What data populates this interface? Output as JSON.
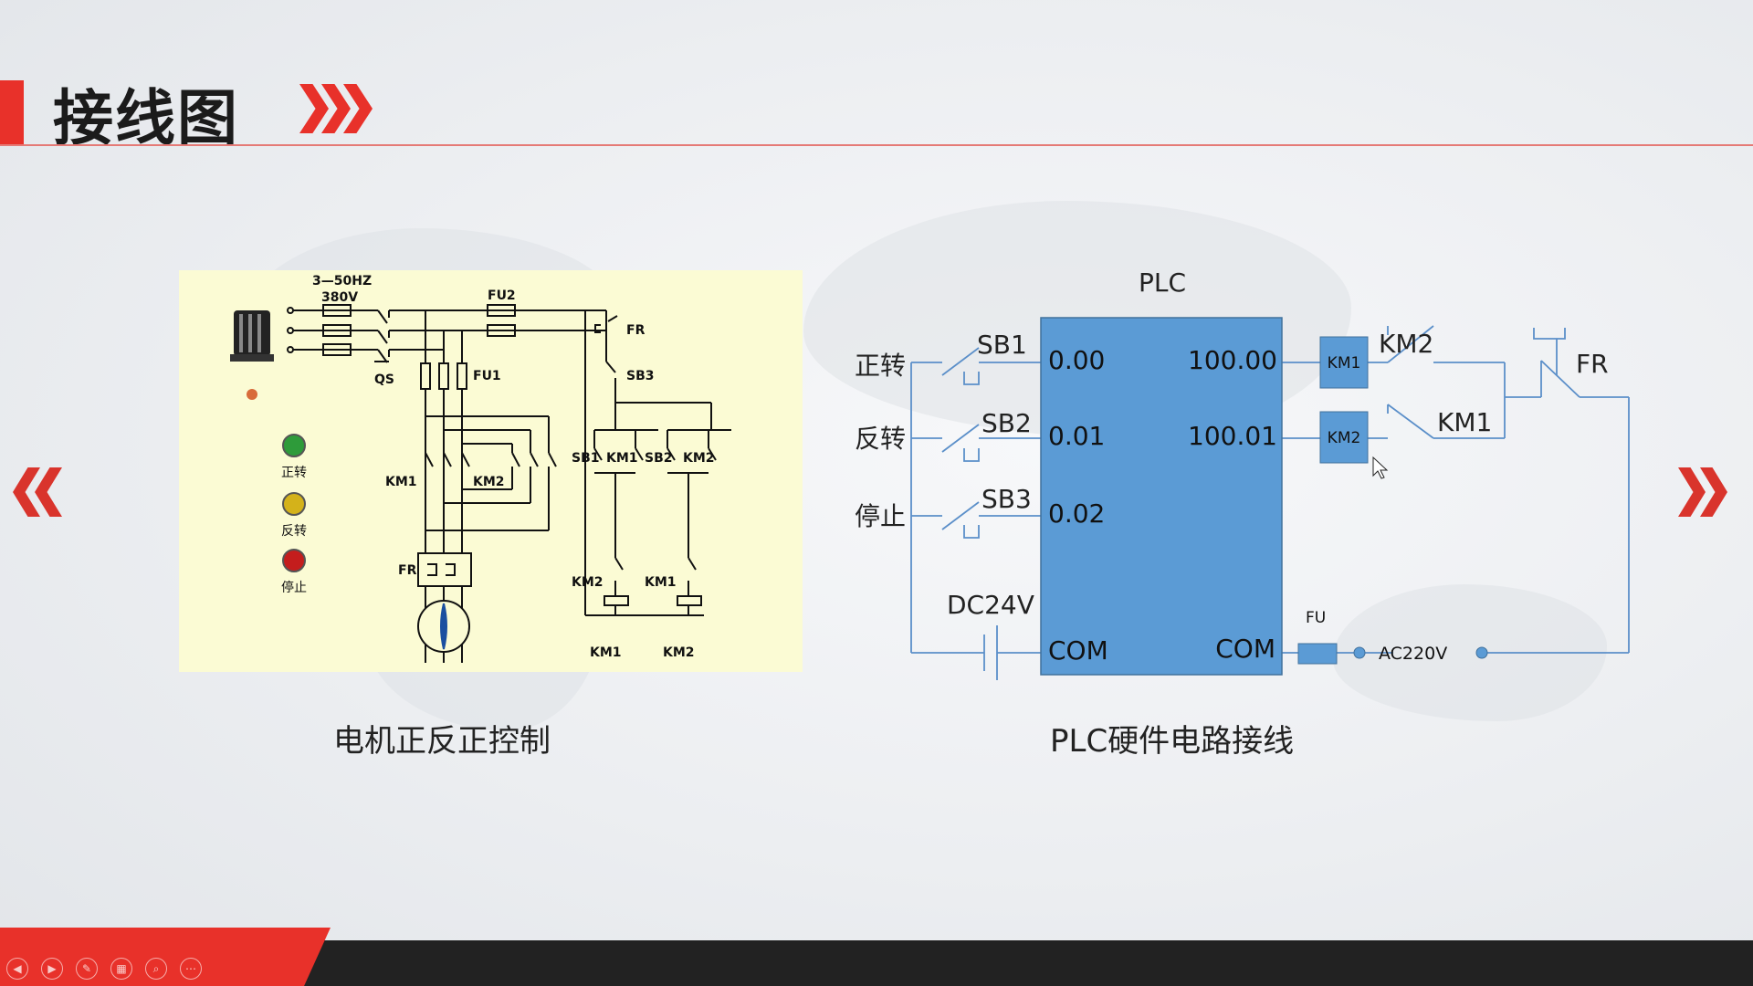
{
  "slide": {
    "title": "接线图",
    "caption_left": "电机正反正控制",
    "caption_right": "PLC硬件电路接线"
  },
  "left_diagram": {
    "supply_label": "3—50HZ",
    "voltage_label": "380V",
    "fu2": "FU2",
    "fu1": "FU1",
    "qs": "QS",
    "fr_top": "FR",
    "sb3": "SB3",
    "sb1": "SB1",
    "km1_contact": "KM1",
    "sb2": "SB2",
    "km2_contact": "KM2",
    "km1_main": "KM1",
    "km2_main": "KM2",
    "fr_relay": "FR",
    "km2_interlock": "KM2",
    "km1_interlock": "KM1",
    "km1_coil": "KM1",
    "km2_coil": "KM2",
    "btn_forward": "正转",
    "btn_reverse": "反转",
    "btn_stop": "停止"
  },
  "right_diagram": {
    "plc_label": "PLC",
    "in_forward": "正转",
    "in_reverse": "反转",
    "in_stop": "停止",
    "sb1": "SB1",
    "sb2": "SB2",
    "sb3": "SB3",
    "addr_in_0": "0.00",
    "addr_in_1": "0.01",
    "addr_in_2": "0.02",
    "addr_out_0": "100.00",
    "addr_out_1": "100.01",
    "com_in": "COM",
    "com_out": "COM",
    "dc": "DC24V",
    "coil_km1": "KM1",
    "coil_km2": "KM2",
    "contact_km2": "KM2",
    "contact_km1": "KM1",
    "fr": "FR",
    "fu": "FU",
    "ac": "AC220V"
  },
  "toolbar": [
    "◀",
    "▶",
    "✎",
    "▦",
    "⌕",
    "⋯"
  ],
  "colors": {
    "accent": "#e8312a",
    "plc_fill": "#5b9bd5",
    "wire": "#5b8fc9",
    "panel": "#fbfbd4"
  }
}
